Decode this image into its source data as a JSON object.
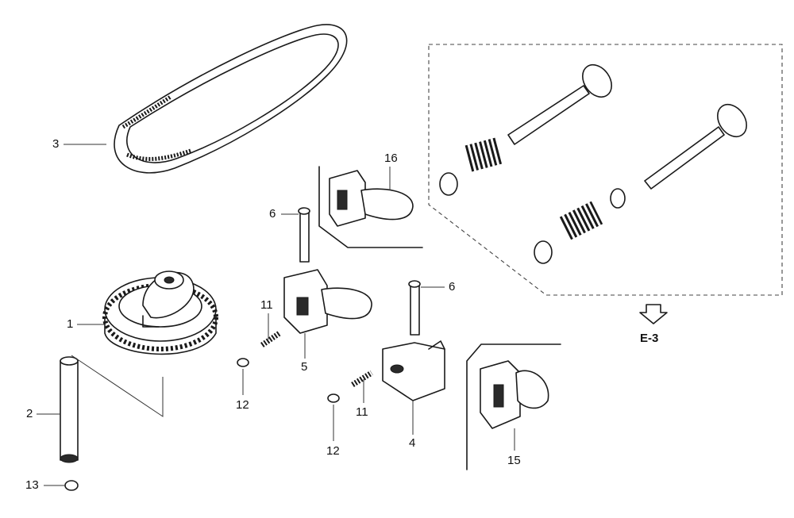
{
  "callouts": [
    "1",
    "2",
    "3",
    "4",
    "5",
    "6",
    "6",
    "11",
    "11",
    "12",
    "12",
    "13",
    "15",
    "16"
  ],
  "reference": {
    "label": "E-3",
    "arrow_icon": "hollow-down-arrow-icon"
  }
}
